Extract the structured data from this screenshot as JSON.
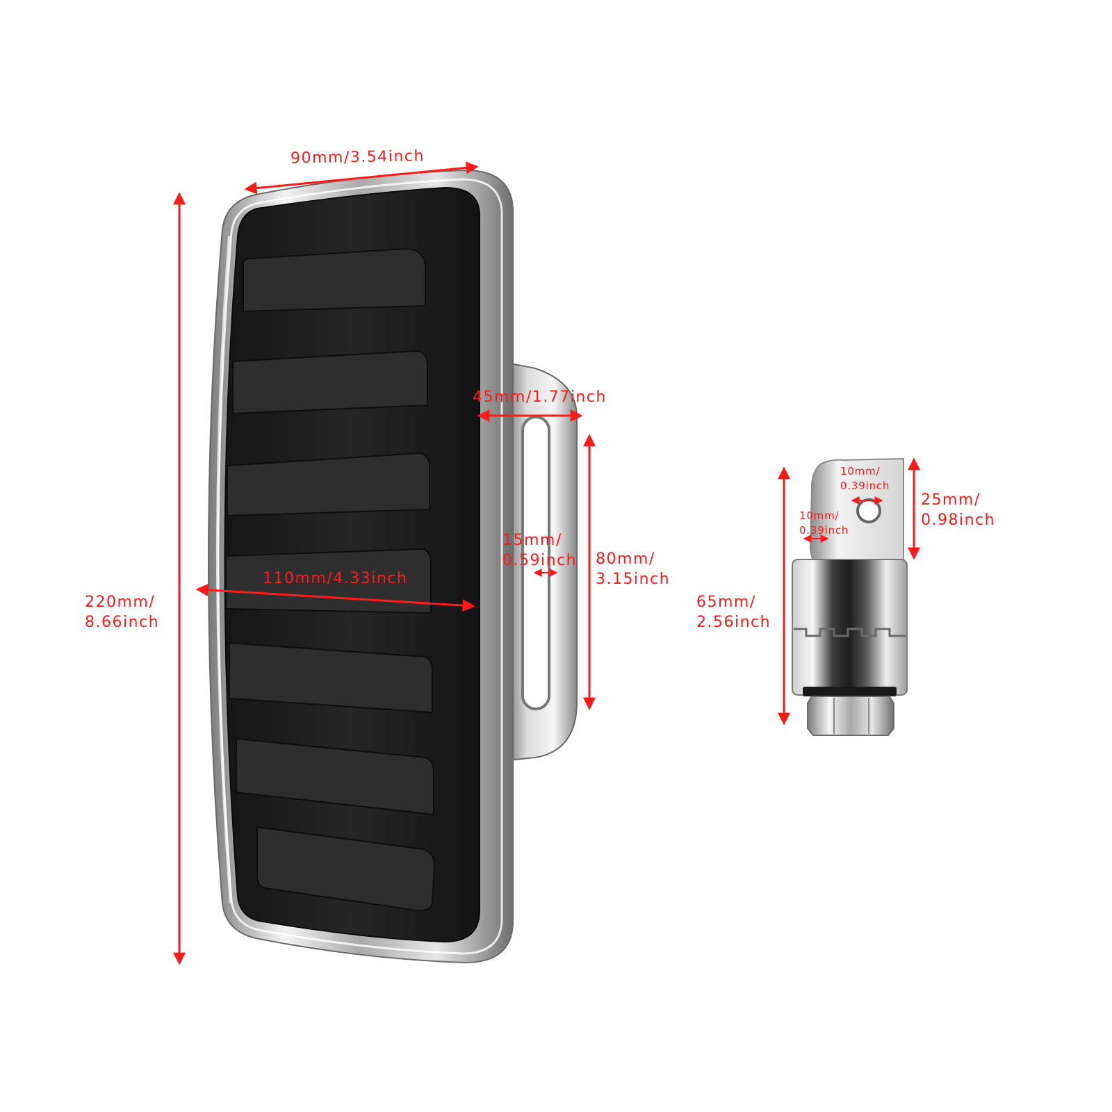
{
  "colors": {
    "background": "#ffffff",
    "dimension_red": "#ff1a1a",
    "chrome_light": "#f2f2f2",
    "chrome_mid": "#b8b8b8",
    "chrome_dark": "#555555",
    "rubber_dark": "#1c1c1c",
    "rubber_mid": "#2b2b2b"
  },
  "floorboard": {
    "width": {
      "line1": "90mm/3.54inch"
    },
    "length": {
      "line1": "220mm/",
      "line2": "8.66inch"
    },
    "diagonal": {
      "line1": "110mm/4.33inch"
    },
    "bracket_depth": {
      "line1": "45mm/1.77inch"
    },
    "slot_width": {
      "line1": "15mm/",
      "line2": "0.59inch"
    },
    "slot_length": {
      "line1": "80mm/",
      "line2": "3.15inch"
    }
  },
  "mount": {
    "hole_diameter": {
      "line1": "10mm/",
      "line2": "0.39inch"
    },
    "tab_offset": {
      "line1": "10mm/",
      "line2": "0.39inch"
    },
    "tab_height": {
      "line1": "25mm/",
      "line2": "0.98inch"
    },
    "total_height": {
      "line1": "65mm/",
      "line2": "2.56inch"
    }
  }
}
